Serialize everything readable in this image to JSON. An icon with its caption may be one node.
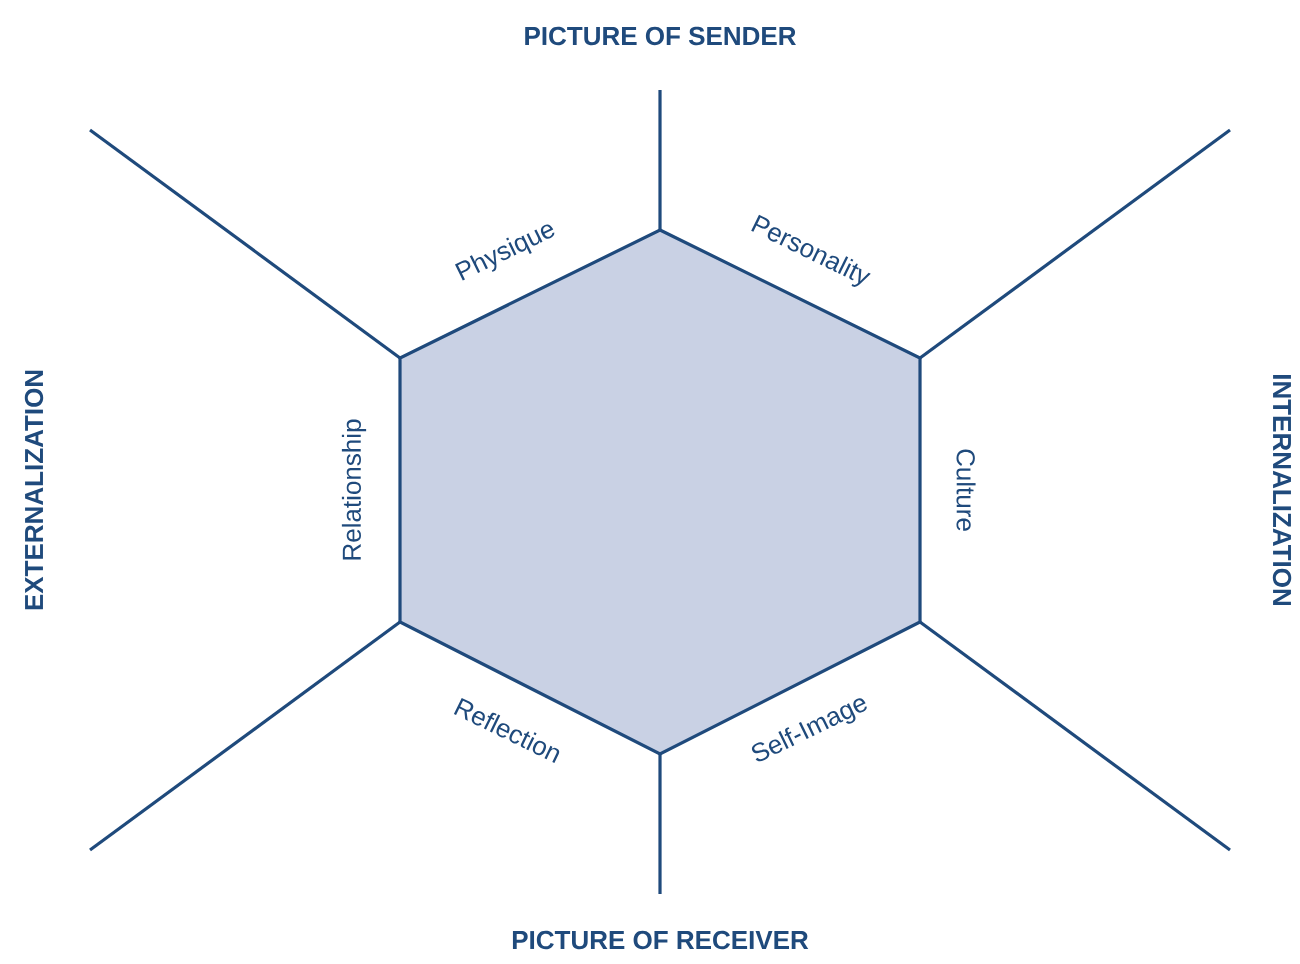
{
  "diagram": {
    "labels": [
      "PICTURE OF SENDER",
      "Physique",
      "Personality",
      "EXTERNALIZATION",
      "Relationship",
      "Culture",
      "INTERNALIZATION",
      "Reflection",
      "Self-Image",
      "PICTURE OF RECEIVER"
    ]
  }
}
